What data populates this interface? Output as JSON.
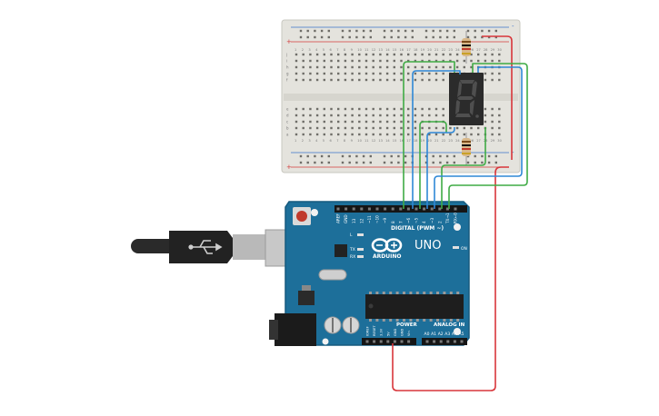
{
  "circuit": {
    "colors": {
      "breadboard": "#e4e3dd",
      "breadboard_edge": "#c9c8c1",
      "rail_red": "#d33b3b",
      "rail_blue": "#3b73c9",
      "board": "#1d6f9a",
      "board_dark": "#165a7e",
      "wire_red": "#d8363b",
      "wire_green": "#3fab45",
      "wire_blue": "#2f88d6",
      "seg_display": "#2b2b2b",
      "seg_off": "#4a4a4a",
      "chip": "#222222"
    },
    "breadboard": {
      "row_letters_top": [
        "j",
        "i",
        "h",
        "g",
        "f"
      ],
      "row_letters_bottom": [
        "e",
        "d",
        "c",
        "b",
        "a"
      ],
      "plus": "+",
      "minus": "-",
      "numbers": [
        "1",
        "2",
        "3",
        "4",
        "5",
        "6",
        "7",
        "8",
        "9",
        "10",
        "11",
        "12",
        "13",
        "14",
        "15",
        "16",
        "17",
        "18",
        "19",
        "20",
        "21",
        "22",
        "23",
        "24",
        "25",
        "26",
        "27",
        "28",
        "29",
        "30"
      ]
    },
    "arduino": {
      "brand": "ARDUINO",
      "model": "UNO",
      "digital_label": "DIGITAL (PWM ~)",
      "power_label": "POWER",
      "analog_label": "ANALOG IN",
      "on_label": "ON",
      "tx_label": "TX",
      "rx_label": "RX",
      "l_label": "L",
      "digital_pins": [
        "AREF",
        "GND",
        "13",
        "12",
        "~11",
        "~10",
        "~9",
        "8",
        "7",
        "~6",
        "~5",
        "4",
        "~3",
        "2",
        "TX→1",
        "RX←0"
      ],
      "power_pins": [
        "IOREF",
        "RESET",
        "3.3V",
        "5V",
        "GND",
        "GND",
        "Vin"
      ],
      "analog_pins": [
        "A0",
        "A1",
        "A2",
        "A3",
        "A4",
        "A5"
      ]
    }
  }
}
